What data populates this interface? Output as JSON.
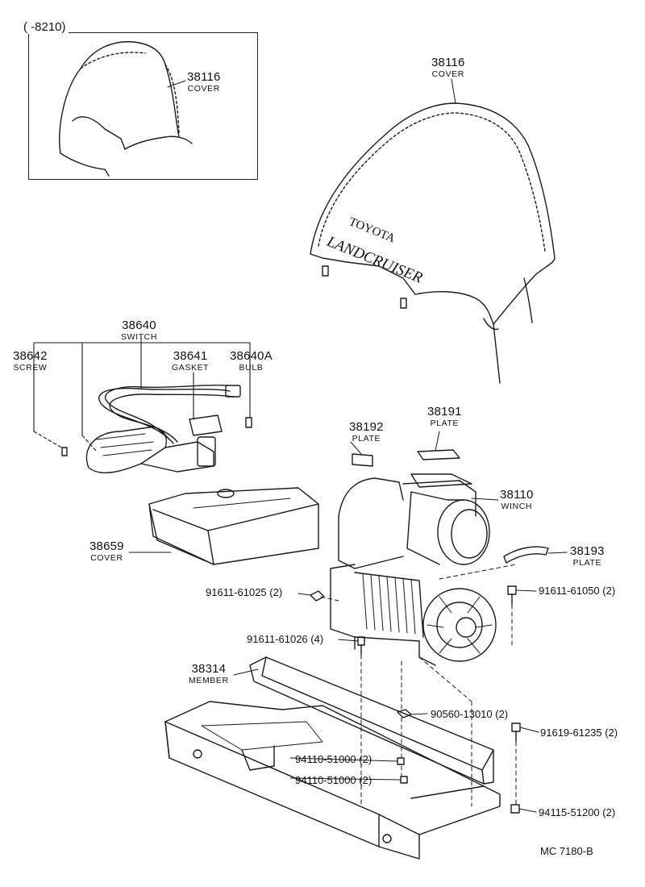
{
  "inset": {
    "range": "(      -8210)"
  },
  "labels": {
    "cover_inset": {
      "number": "38116",
      "name": "COVER"
    },
    "cover_main": {
      "number": "38116",
      "name": "COVER"
    },
    "switch": {
      "number": "38640",
      "name": "SWITCH"
    },
    "screw": {
      "number": "38642",
      "name": "SCREW"
    },
    "gasket": {
      "number": "38641",
      "name": "GASKET"
    },
    "bulb": {
      "number": "38640A",
      "name": "BULB"
    },
    "plate_38192": {
      "number": "38192",
      "name": "PLATE"
    },
    "plate_38191": {
      "number": "38191",
      "name": "PLATE"
    },
    "winch": {
      "number": "38110",
      "name": "WINCH"
    },
    "plate_38193": {
      "number": "38193",
      "name": "PLATE"
    },
    "cover_38659": {
      "number": "38659",
      "name": "COVER"
    },
    "member": {
      "number": "38314",
      "name": "MEMBER"
    }
  },
  "part_numbers": {
    "bolt_61025": "91611-61025 (2)",
    "bolt_61050": "91611-61050 (2)",
    "bolt_61026": "91611-61026 (4)",
    "washer_13010": "90560-13010 (2)",
    "bolt_61235": "91619-61235 (2)",
    "nut_51000_a": "94110-51000 (2)",
    "nut_51000_b": "94110-51000 (2)",
    "nut_51200": "94115-51200 (2)"
  },
  "cover_print": {
    "line1": "TOYOTA",
    "line2": "LANDCRUISER"
  },
  "footer": {
    "code": "MC  7180-B"
  }
}
